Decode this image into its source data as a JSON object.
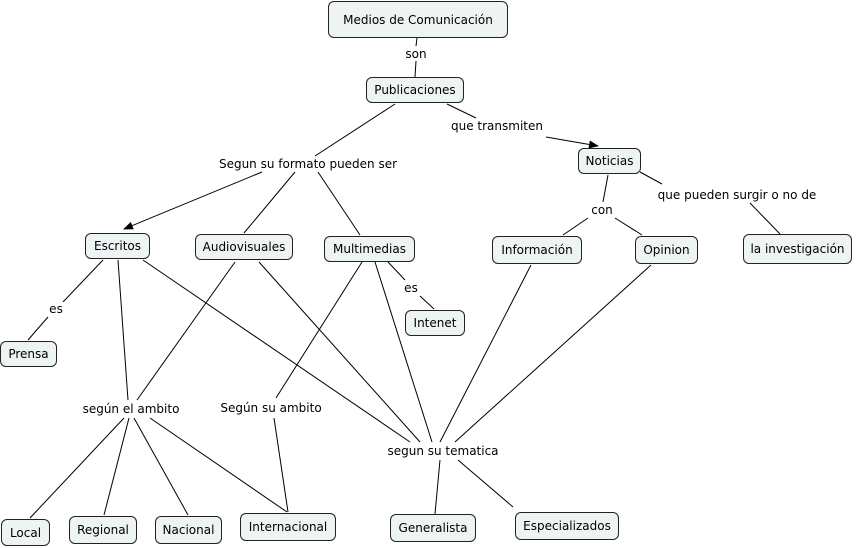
{
  "nodes": {
    "medios": "Medios de Comunicación",
    "publicaciones": "Publicaciones",
    "noticias": "Noticias",
    "escritos": "Escritos",
    "audiovisuales": "Audiovisuales",
    "multimedias": "Multimedias",
    "informacion": "Información",
    "opinion": "Opinion",
    "investigacion": "la investigación",
    "prensa": "Prensa",
    "intenet": "Intenet",
    "local": "Local",
    "regional": "Regional",
    "nacional": "Nacional",
    "internacional": "Internacional",
    "generalista": "Generalista",
    "especializados": "Especializados"
  },
  "labels": {
    "son": "son",
    "que_transmiten": "que transmiten",
    "segun_formato": "Segun su formato pueden ser",
    "con": "con",
    "que_pueden": "que pueden surgir o no de",
    "es1": "es",
    "es2": "es",
    "segun_ambito1": "según el ambito",
    "segun_ambito2": "Según su ambito",
    "segun_tematica": "segun su tematica"
  }
}
